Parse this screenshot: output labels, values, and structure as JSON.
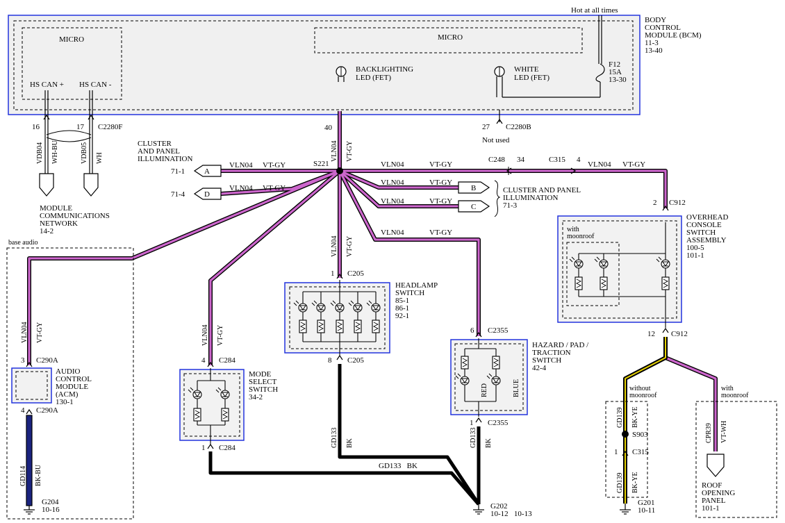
{
  "colors": {
    "violet_wire": "#cc66cc",
    "wire_outline": "#000000",
    "bcm_box": "#2233dd",
    "ground_wire": "#000000",
    "blue_wire": "#1a237e",
    "yellow_wire": "#e6d200"
  },
  "bcm": {
    "title_lines": [
      "BODY",
      "CONTROL",
      "MODULE (BCM)",
      "11-3",
      "13-40"
    ],
    "micro_left": "MICRO",
    "micro_right": "MICRO",
    "hs_can_plus": "HS CAN +",
    "hs_can_minus": "HS CAN -",
    "backlighting_lines": [
      "BACKLIGHTING",
      "LED (FET)"
    ],
    "white_led_lines": [
      "WHITE",
      "LED (FET)"
    ],
    "hot_label": "Hot at all times",
    "fuse_lines": [
      "F12",
      "15A",
      "13-30"
    ]
  },
  "pins": {
    "p16": "16",
    "p17": "17",
    "c2280f": "C2280F",
    "p40": "40",
    "p27": "27",
    "c2280b": "C2280B",
    "not_used": "Not used"
  },
  "network": {
    "w1_a": "VDB04",
    "w1_b": "WH-BU",
    "w2_a": "VDB05",
    "w2_b": "WH",
    "label_lines": [
      "MODULE",
      "COMMUNICATIONS",
      "NETWORK",
      "14-2"
    ]
  },
  "splice": {
    "name": "S221",
    "cluster_lines": [
      "CLUSTER",
      "AND PANEL",
      "ILLUMINATION"
    ],
    "ref_71_1": "71-1",
    "ref_71_4": "71-4",
    "conn_a": "A",
    "conn_b": "B",
    "conn_c": "C",
    "conn_d": "D",
    "cluster_right_lines": [
      "CLUSTER AND PANEL",
      "ILLUMINATION",
      "71-3"
    ]
  },
  "wire": {
    "circuit": "VLN04",
    "color": "VT-GY",
    "c248": "C248",
    "c248_pin": "34",
    "c315": "C315",
    "c315_pin": "4"
  },
  "overhead": {
    "pin_top": "2",
    "c912_top": "C912",
    "with_moonroof": "with\nmoonroof",
    "with_lines": [
      "with",
      "moonroof"
    ],
    "label_lines": [
      "OVERHEAD",
      "CONSOLE",
      "SWITCH",
      "ASSEMBLY",
      "100-5",
      "101-1"
    ],
    "pin_bottom": "12",
    "c912_bottom": "C912"
  },
  "audio": {
    "base_audio": "base audio",
    "pin3": "3",
    "c290a_top": "C290A",
    "label_lines": [
      "AUDIO",
      "CONTROL",
      "MODULE",
      "(ACM)",
      "130-1"
    ],
    "pin4": "4",
    "c290a_bottom": "C290A",
    "gd114": "GD114",
    "bkbu": "BK-BU",
    "g204": "G204",
    "g204_ref": "10-16"
  },
  "mode": {
    "pin4": "4",
    "c284_top": "C284",
    "label_lines": [
      "MODE",
      "SELECT",
      "SWITCH",
      "34-2"
    ],
    "pin1": "1",
    "c284_bottom": "C284"
  },
  "headlamp": {
    "pin1": "1",
    "c205_top": "C205",
    "label_lines": [
      "HEADLAMP",
      "SWITCH",
      "85-1",
      "86-1",
      "92-1"
    ],
    "pin8": "8",
    "c205_bottom": "C205"
  },
  "hazard": {
    "pin6": "6",
    "c2355_top": "C2355",
    "label_lines": [
      "HAZARD / PAD /",
      "TRACTION",
      "SWITCH",
      "42-4"
    ],
    "red": "RED",
    "blue": "BLUE",
    "pin1": "1",
    "c2355_bottom": "C2355"
  },
  "ground": {
    "gd133": "GD133",
    "bk": "BK",
    "gd133_bk": "GD133   BK",
    "g202": "G202",
    "g202_refs": "10-12   10-13"
  },
  "roof": {
    "without_lines": [
      "without",
      "moonroof"
    ],
    "with_lines": [
      "with",
      "moonroof"
    ],
    "gd139": "GD139",
    "bkye": "BK-YE",
    "s903": "S903",
    "pin1": "1",
    "c315": "C315",
    "g201": "G201",
    "g201_ref": "10-11",
    "cpr39": "CPR39",
    "vtwh": "VT-WH",
    "panel_lines": [
      "ROOF",
      "OPENING",
      "PANEL",
      "101-1"
    ]
  }
}
